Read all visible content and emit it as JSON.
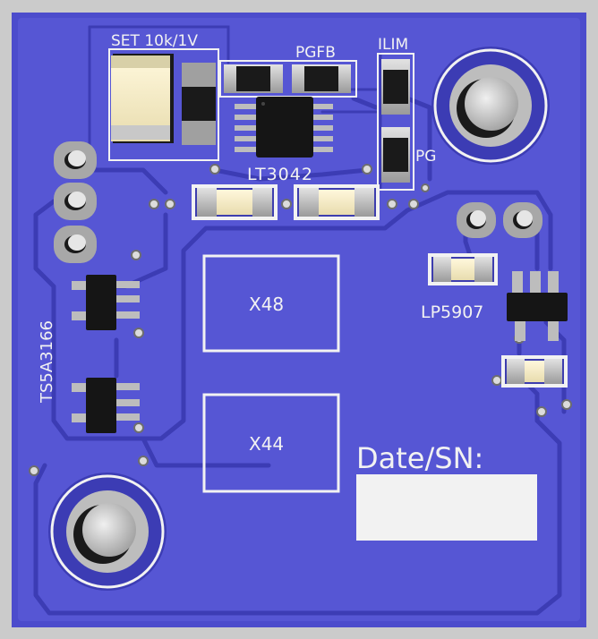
{
  "board": {
    "colors": {
      "frame": "#cbcbcb",
      "soldermask": "#4c4ccc",
      "copper_pour": "#5858d6",
      "trace": "#3f3fb8",
      "silkscreen": "#f2f2f2",
      "pad": "#c8c8c8",
      "ic_body": "#151515"
    },
    "silkscreen": {
      "set_label": "SET 10k/1V",
      "pgfb_label": "PGFB",
      "ilim_label": "ILIM",
      "pg_label": "PG",
      "lt3042_label": "LT3042",
      "lp5907_label": "LP5907",
      "ts5a3166_label": "TS5A3166",
      "x48_label": "X48",
      "x44_label": "X44",
      "date_sn_label": "Date/SN:"
    }
  }
}
